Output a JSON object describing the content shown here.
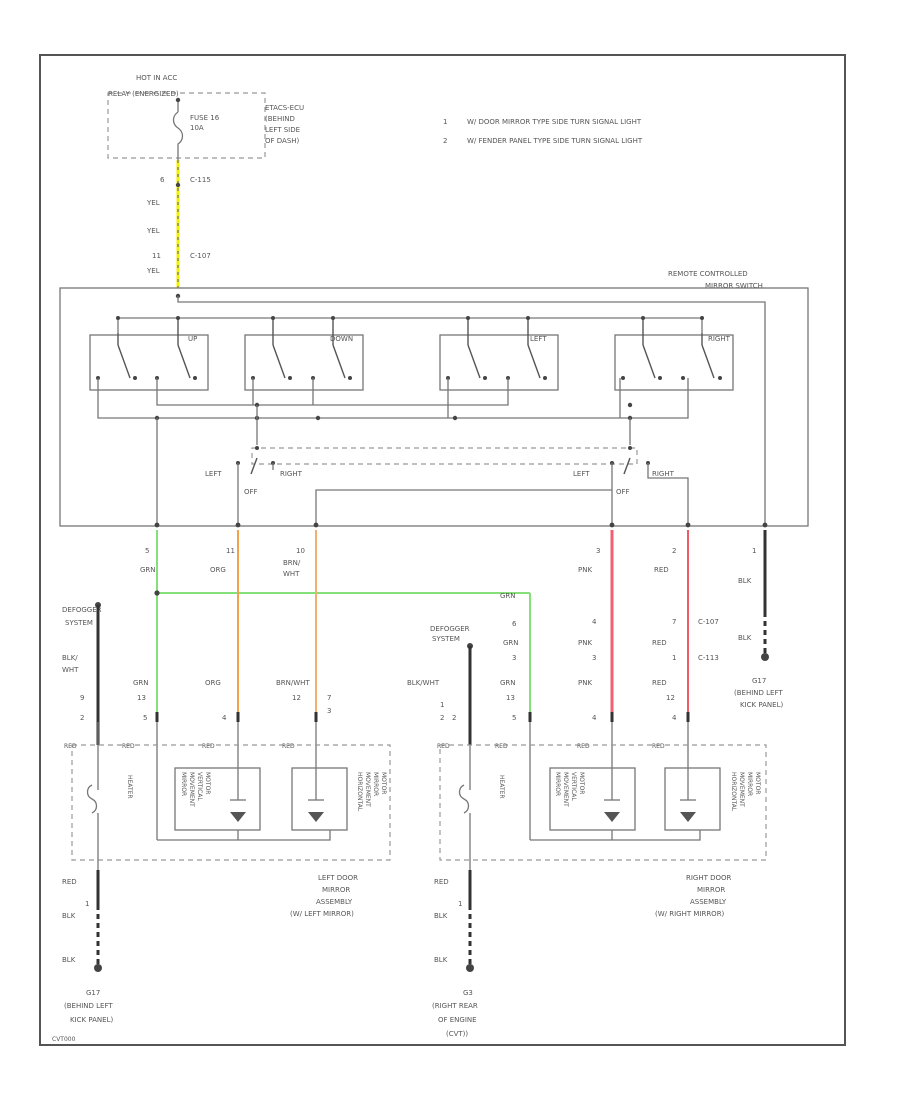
{
  "relay": {
    "line1": "HOT IN ACC",
    "line2": "RELAY (ENERGIZED)",
    "fuse_line1": "FUSE 16",
    "fuse_line2": "10A",
    "loc_line1": "ETACS-ECU",
    "loc_line2": "(BEHIND",
    "loc_line3": "LEFT SIDE",
    "loc_line4": "OF DASH)"
  },
  "notes": {
    "n1_num": "1",
    "n1_text": "W/ DOOR MIRROR TYPE SIDE TURN SIGNAL LIGHT",
    "n2_num": "2",
    "n2_text": "W/ FENDER PANEL TYPE SIDE TURN SIGNAL LIGHT"
  },
  "feed": {
    "pin_a": "6",
    "conn_a": "C-115",
    "wire1": "YEL",
    "wire2": "YEL",
    "pin_b": "11",
    "conn_b": "C-107",
    "wire3": "YEL"
  },
  "switch": {
    "title_line1": "REMOTE CONTROLLED",
    "title_line2": "MIRROR SWITCH",
    "up": "UP",
    "down": "DOWN",
    "left": "LEFT",
    "right": "RIGHT",
    "sel_left_a": "LEFT",
    "sel_off_a": "OFF",
    "sel_right_a": "RIGHT",
    "sel_left_b": "LEFT",
    "sel_off_b": "OFF",
    "sel_right_b": "RIGHT"
  },
  "pins": {
    "p1": "5",
    "w1": "GRN",
    "p2": "11",
    "w2": "ORG",
    "p3": "10",
    "w3_line1": "BRN/",
    "w3_line2": "WHT",
    "p4": "3",
    "w4": "PNK",
    "p5": "2",
    "w5": "RED",
    "p6": "1",
    "w6": "BLK"
  },
  "left_mirror": {
    "defogger_line1": "DEFOGGER",
    "defogger_line2": "SYSTEM",
    "def_wire_line1": "BLK/",
    "def_wire_line2": "WHT",
    "w_grn": "GRN",
    "w_org": "ORG",
    "w_brnwht": "BRN/WHT",
    "pin_a1": "9",
    "pin_a2": "2",
    "pin_b1": "13",
    "pin_b2": "5",
    "pin_c": "4",
    "pin_d1": "12",
    "pin_d2": "7",
    "pin_d3": "3",
    "red_a": "RED",
    "red_b": "RED",
    "red_c": "RED",
    "red_d": "RED",
    "heater": "HEATER",
    "vmotor_1": "VERTICAL",
    "vmotor_2": "MOVEMENT",
    "vmotor_3": "MIRROR",
    "vmotor_4": "MOTOR",
    "hmotor_1": "HORIZONTAL",
    "hmotor_2": "MOVEMENT",
    "hmotor_3": "MIRROR",
    "hmotor_4": "MOTOR",
    "gnd_red": "RED",
    "gnd_pin": "1",
    "gnd_blk1": "BLK",
    "gnd_blk2": "BLK",
    "label_1": "LEFT DOOR",
    "label_2": "MIRROR",
    "label_3": "ASSEMBLY",
    "label_4": "(W/ LEFT MIRROR)",
    "ground_1": "G17",
    "ground_2": "(BEHIND LEFT",
    "ground_3": "KICK PANEL)"
  },
  "right_mirror": {
    "cross_wire": "GRN",
    "defogger_line1": "DEFOGGER",
    "defogger_line2": "SYSTEM",
    "def_wire": "BLK/WHT",
    "pin_x1": "1",
    "pin_x2": "2",
    "pin_x3": "2",
    "c_pin_a": "6",
    "c_pin_b": "3",
    "c_grn": "GRN",
    "w_grn": "GRN",
    "pin_e1": "13",
    "pin_e2": "5",
    "pnk_a_pin": "4",
    "pnk_b_pin": "3",
    "pnk_a": "PNK",
    "pnk_b": "PNK",
    "pnk_c": "PNK",
    "pnk_pin4": "4",
    "red_pin_a": "7",
    "red_conn_a": "C-107",
    "red_pin_b": "1",
    "red_conn_b": "C-113",
    "red_a": "RED",
    "red_b": "RED",
    "red_c": "RED",
    "red_pin12": "12",
    "red_pin4": "4",
    "red_m1": "RED",
    "red_m2": "RED",
    "red_m3": "RED",
    "red_m4": "RED",
    "heater": "HEATER",
    "vmotor_1": "VERTICAL",
    "vmotor_2": "MOVEMENT",
    "vmotor_3": "MIRROR",
    "vmotor_4": "MOTOR",
    "hmotor_1": "HORIZONTAL",
    "hmotor_2": "MOVEMENT",
    "hmotor_3": "MIRROR",
    "hmotor_4": "MOTOR",
    "gnd_red": "RED",
    "gnd_pin": "1",
    "gnd_blk1": "BLK",
    "gnd_blk2": "BLK",
    "label_1": "RIGHT DOOR",
    "label_2": "MIRROR",
    "label_3": "ASSEMBLY",
    "label_4": "(W/ RIGHT MIRROR)",
    "ground_1": "G3",
    "ground_2": "(RIGHT REAR",
    "ground_3": "OF ENGINE",
    "ground_4": "(CVT))"
  },
  "switch_ground": {
    "wire1": "BLK",
    "wire2": "BLK",
    "g_1": "G17",
    "g_2": "(BEHIND LEFT",
    "g_3": "KICK PANEL)"
  },
  "footer": {
    "code": "CVT000"
  },
  "colors": {
    "yellow": "#f2f200",
    "green": "#86e07a",
    "orange": "#f2a24a",
    "pink": "#f06070",
    "red": "#ee5a66",
    "black": "#333333"
  }
}
